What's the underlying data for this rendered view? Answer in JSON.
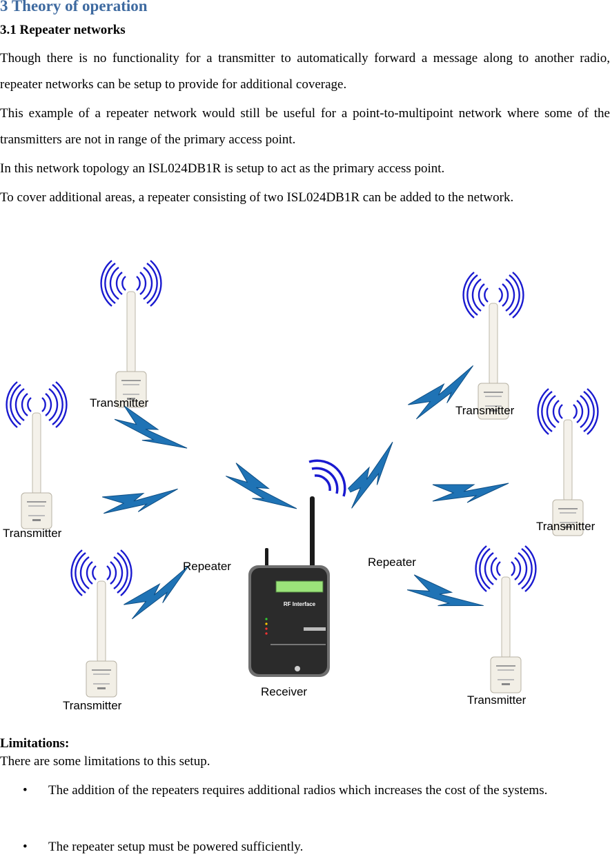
{
  "heading": "3 Theory of operation",
  "subheading": "3.1 Repeater networks",
  "paragraphs": [
    "Though there is no functionality for a transmitter to automatically forward a message along to another radio, repeater networks can be setup to provide for additional coverage.",
    "This example of a repeater network would still be useful for a point-to-multipoint network where some of the transmitters are not in range of the primary access point.",
    "In this network topology an ISL024DB1R is setup to act as the primary access point.",
    "To cover additional areas, a repeater consisting of two ISL024DB1R can be added to the network."
  ],
  "diagram": {
    "transmitter_label": "Transmitter",
    "repeater_label": "Repeater",
    "receiver_label": "Receiver",
    "receiver_panel": "RF Interface",
    "colors": {
      "signal_arc": "#1a1ad0",
      "bolt": "#1f73b5",
      "device_body": "#f2efe6",
      "receiver_case": "#2b2b2b",
      "lcd": "#9be37a"
    }
  },
  "limitations": {
    "title": "Limitations:",
    "intro": "There are some limitations to this setup.",
    "items": [
      "The addition of the repeaters requires additional radios which increases the cost of the systems.",
      "The repeater setup must be powered sufficiently."
    ],
    "bullet_symbol": "•"
  }
}
